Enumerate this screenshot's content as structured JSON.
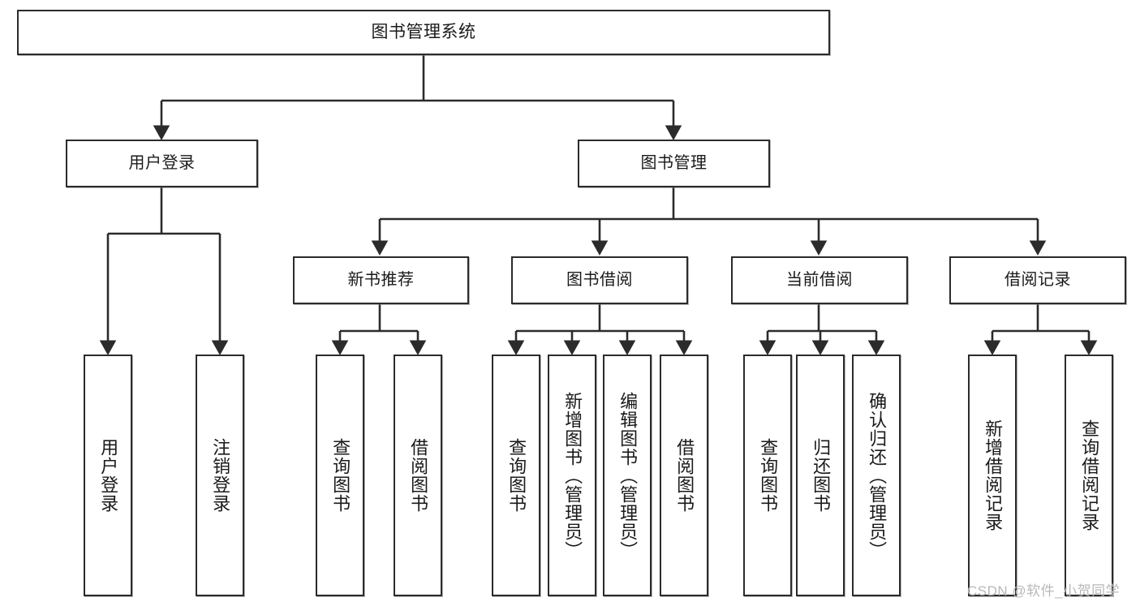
{
  "diagram": {
    "title": "图书管理系统",
    "type": "functional-structure-tree",
    "watermark": "CSDN @软件_小贺同学",
    "colors": {
      "box_border": "#2b2b2b",
      "box_fill": "#ffffff",
      "edge": "#2b2b2b",
      "text": "#1a1a1a",
      "watermark": "#b8b8b8",
      "background": "#ffffff"
    },
    "root": {
      "label": "图书管理系统"
    },
    "level1": [
      {
        "label": "用户登录"
      },
      {
        "label": "图书管理"
      }
    ],
    "level2": [
      {
        "label": "新书推荐"
      },
      {
        "label": "图书借阅"
      },
      {
        "label": "当前借阅"
      },
      {
        "label": "借阅记录"
      }
    ],
    "leaves": {
      "user_login": [
        {
          "label": "用户登录"
        },
        {
          "label": "注销登录"
        }
      ],
      "new_book_recommend": [
        {
          "label": "查询图书"
        },
        {
          "label": "借阅图书"
        }
      ],
      "book_borrow": [
        {
          "label": "查询图书"
        },
        {
          "label": "新增图书（管理员）"
        },
        {
          "label": "编辑图书（管理员）"
        },
        {
          "label": "借阅图书"
        }
      ],
      "current_borrow": [
        {
          "label": "查询图书"
        },
        {
          "label": "归还图书"
        },
        {
          "label": "确认归还（管理员）"
        }
      ],
      "borrow_record": [
        {
          "label": "新增借阅记录"
        },
        {
          "label": "查询借阅记录"
        }
      ]
    }
  }
}
